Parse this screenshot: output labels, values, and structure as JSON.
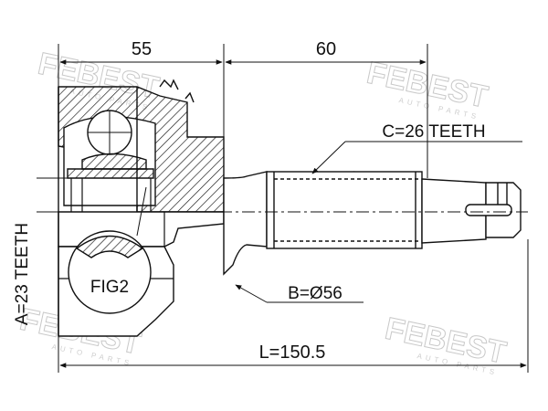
{
  "dimensions": {
    "joint_length": "55",
    "shaft_length": "60",
    "total_length": "L=150.5"
  },
  "callouts": {
    "outer_spline": "C=26 TEETH",
    "seal_diameter": "B=Ø56",
    "inner_spline": "A=23 TEETH",
    "figure_ref": "FIG2"
  },
  "watermark": {
    "brand": "FEBEST",
    "tagline": "AUTO PARTS"
  },
  "colors": {
    "line": "#111111",
    "watermark": "#c9c9c9"
  }
}
